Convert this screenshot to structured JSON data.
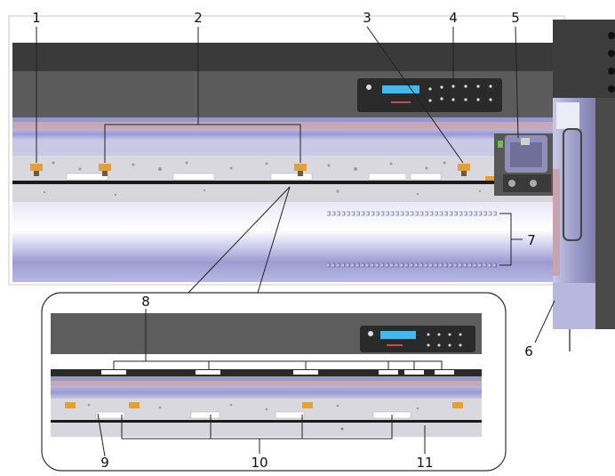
{
  "callouts": {
    "c1": "1",
    "c2": "2",
    "c3": "3",
    "c4": "4",
    "c5": "5",
    "c6": "6",
    "c7": "7",
    "c8": "8",
    "c9": "9",
    "c10": "10",
    "c11": "11"
  },
  "colors": {
    "body_dark": "#3f3f3f",
    "body_mid": "#5a5a5a",
    "panel": "#2b2b2b",
    "lcd": "#47b7e8",
    "platen": "#d9d9df",
    "media_band": "#8f8fc4",
    "pink_band": "#c9a3b0",
    "side_unit": "#8f8fb8",
    "clamp": "#e0a040"
  }
}
